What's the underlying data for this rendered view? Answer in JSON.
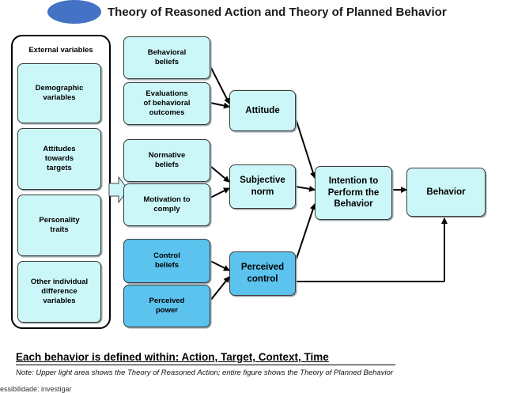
{
  "title": "Theory of Reasoned Action and Theory of Planned Behavior",
  "external": {
    "label": "External variables",
    "items": [
      "Demographic\nvariables",
      "Attitudes\ntowards\ntargets",
      "Personality\ntraits",
      "Other individual\ndifference\nvariables"
    ]
  },
  "beliefs": [
    "Behavioral\nbeliefs",
    "Evaluations\nof behavioral\noutcomes",
    "Normative\nbeliefs",
    "Motivation to\ncomply",
    "Control\nbeliefs",
    "Perceived\npower"
  ],
  "constructs": {
    "attitude": "Attitude",
    "subjective_norm": "Subjective\nnorm",
    "perceived_control": "Perceived\ncontrol",
    "intention": "Intention to\nPerform the\nBehavior",
    "behavior": "Behavior"
  },
  "footer": {
    "title": "Each behavior is defined within: Action, Target, Context, Time",
    "note": "Note: Upper light area shows the Theory of Reasoned Action; entire figure shows the Theory of Planned Behavior",
    "bottom_text": "essibilidade: investigar"
  },
  "colors": {
    "light_fill": "#ccf7f9",
    "dark_fill": "#5bc3ee",
    "accent_blob": "#4472c4"
  }
}
